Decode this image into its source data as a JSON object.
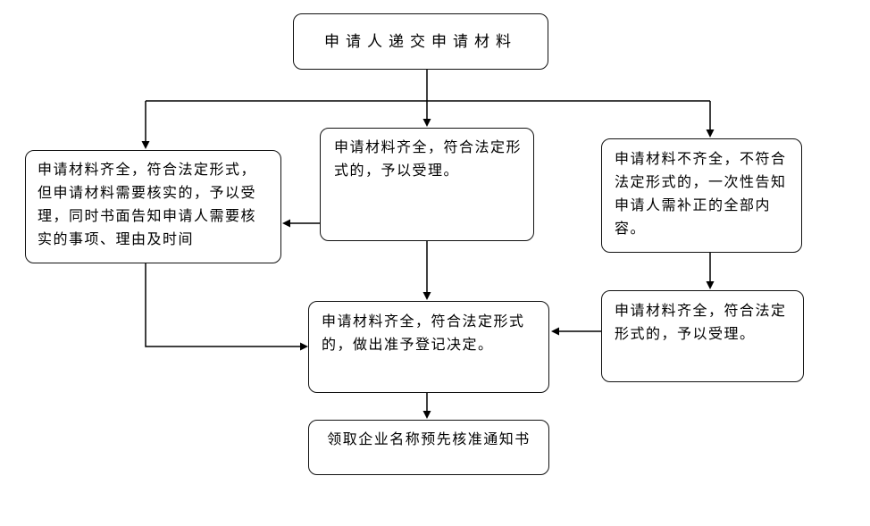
{
  "diagram": {
    "type": "flowchart",
    "colors": {
      "background": "#ffffff",
      "line": "#000000",
      "box_fill": "#ffffff",
      "box_border": "#111111",
      "text": "#000000"
    },
    "nodes": {
      "submit": {
        "label": "申请人递交申请材料",
        "lines": [
          "申请人递交申请材料"
        ]
      },
      "verify_accept": {
        "label": "申请材料齐全，符合法定形式，但申请材料需要核实的，予以受理，同时书面告知申请人需要核实的事项、理由及时间",
        "lines": [
          "申请材料齐全，符合法定形式，",
          "但申请材料需要核实的，予以受",
          "理，同时书面告知申请人需要核",
          "实的事项、理由及时间"
        ]
      },
      "complete_accept": {
        "label": "申请材料齐全，符合法定形式的，予以受理。",
        "lines": [
          "申请材料齐全，符合法定形",
          "式的，予以受理。"
        ]
      },
      "incomplete_notify": {
        "label": "申请材料不齐全，不符合法定形式的，一次性告知申请人需补正的全部内容。",
        "lines": [
          "申请材料不齐全，不符合",
          "法定形式的，一次性告知",
          "申请人需补正的全部内",
          "容。"
        ]
      },
      "supplemented_accept": {
        "label": "申请材料齐全，符合法定形式的，予以受理。",
        "lines": [
          "申请材料齐全，符合法定",
          "形式的，予以受理。"
        ]
      },
      "approval_decision": {
        "label": "申请材料齐全，符合法定形式的，做出准予登记决定。",
        "lines": [
          "申请材料齐全，符合法定形式",
          "的，做出准予登记决定。"
        ]
      },
      "receive_notice": {
        "label": "领取企业名称预先核准通知书",
        "lines": [
          "领取企业名称预先核准通知书"
        ]
      }
    }
  }
}
